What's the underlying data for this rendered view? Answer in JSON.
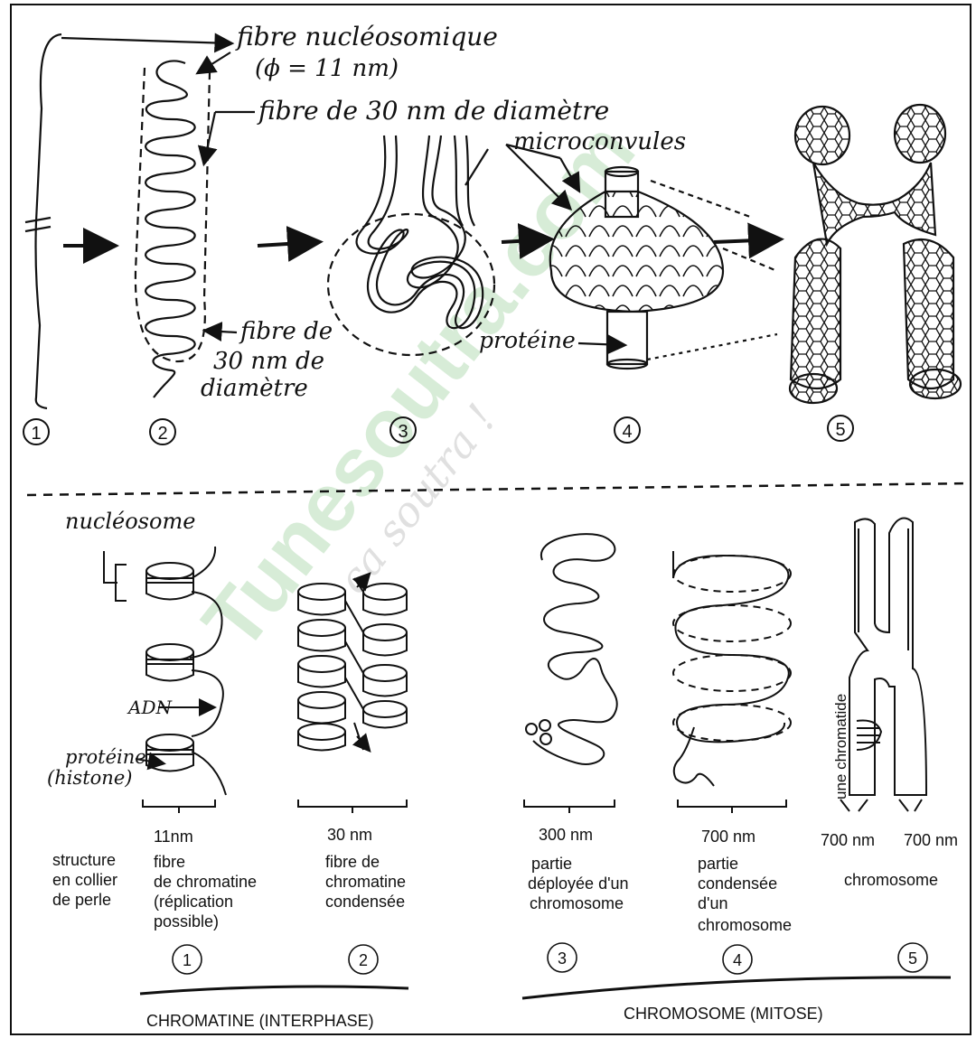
{
  "top": {
    "labels": {
      "nucleosomic_fiber": "fibre nucléosomique",
      "diameter_11": "(ϕ = 11 nm)",
      "fiber_30_top": "fibre de 30 nm de diamètre",
      "microconvules": "microconvules",
      "fiber_30_bottom_1": "fibre de",
      "fiber_30_bottom_2": "30 nm de",
      "fiber_30_bottom_3": "diamètre",
      "protein": "protéine"
    },
    "steps": [
      "1",
      "2",
      "3",
      "4",
      "5"
    ]
  },
  "bottom": {
    "labels": {
      "nucleosome": "nucléosome",
      "adn": "ADN",
      "protein_1": "protéine",
      "protein_2": "(histone)",
      "chromatide": "une chromatide"
    },
    "sizes": {
      "s1": "11nm",
      "s2": "30 nm",
      "s3": "300 nm",
      "s4": "700 nm",
      "s5a": "700 nm",
      "s5b": "700 nm"
    },
    "left_caption": [
      "structure",
      "en collier",
      "de perle"
    ],
    "captions": {
      "c1": [
        "fibre",
        "de chromatine",
        "(réplication",
        "possible)"
      ],
      "c2": [
        "fibre de",
        "chromatine",
        "condensée"
      ],
      "c3": [
        "partie",
        "déployée d'un",
        "chromosome"
      ],
      "c4": [
        "partie",
        "condensée",
        "d'un",
        "chromosome"
      ],
      "c5": [
        "chromosome"
      ]
    },
    "steps": [
      "1",
      "2",
      "3",
      "4",
      "5"
    ],
    "groups": {
      "chromatine": "CHROMATINE (INTERPHASE)",
      "chromosome": "CHROMOSOME (MITOSE)"
    }
  },
  "watermark": {
    "main": "Tunesoutra.com",
    "sub": "ça soutra !"
  }
}
